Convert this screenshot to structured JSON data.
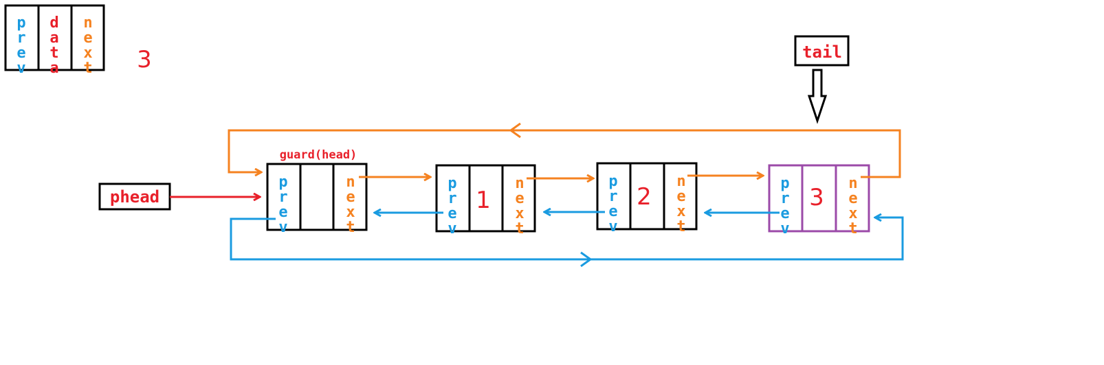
{
  "legend": {
    "fields": {
      "prev": "prev",
      "data": "data",
      "next": "next"
    },
    "count": "3"
  },
  "nodes": [
    {
      "id": "guard",
      "label": "guard(head)",
      "data": "",
      "prev": "prev",
      "next": "next"
    },
    {
      "id": "node1",
      "data": "1",
      "prev": "prev",
      "next": "next"
    },
    {
      "id": "node2",
      "data": "2",
      "prev": "prev",
      "next": "next"
    },
    {
      "id": "node3",
      "data": "3",
      "prev": "prev",
      "next": "next"
    }
  ],
  "pointers": {
    "phead": "phead",
    "tail": "tail"
  },
  "colors": {
    "prev": "#1a9be0",
    "data": "#e8202a",
    "next": "#f58220",
    "box": "#000000",
    "tail_node_border": "#9b4aa8",
    "phead_arrow": "#e8202a"
  }
}
